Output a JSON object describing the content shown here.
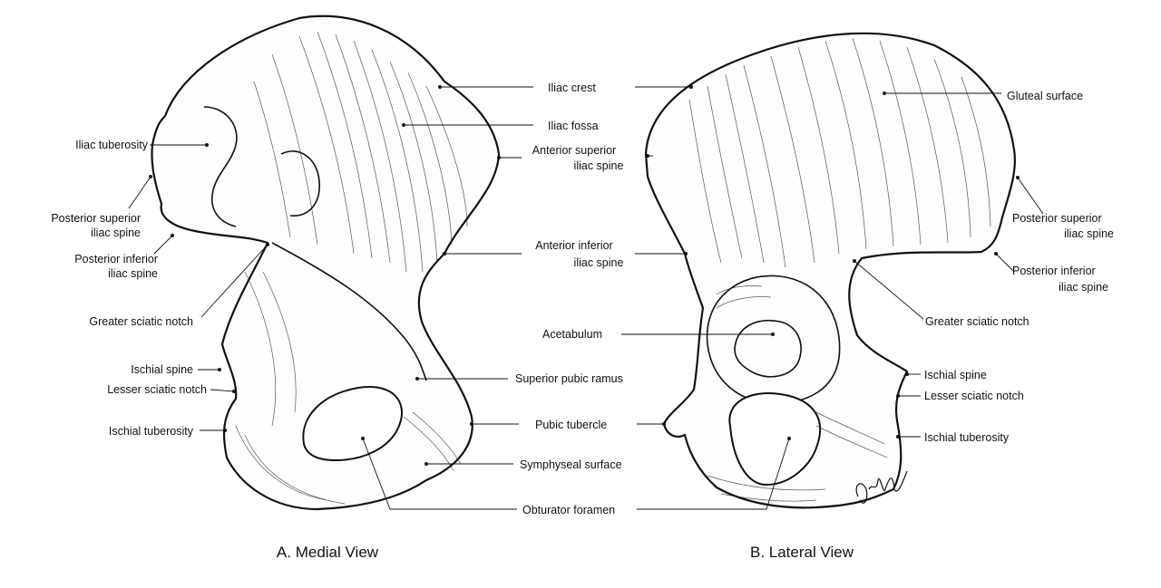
{
  "views": [
    {
      "caption": "A. Medial View",
      "labels": [
        {
          "id": "iliac-crest",
          "text": [
            "Iliac crest"
          ]
        },
        {
          "id": "iliac-fossa",
          "text": [
            "Iliac fossa"
          ]
        },
        {
          "id": "iliac-tuberosity",
          "text": [
            "Iliac tuberosity"
          ]
        },
        {
          "id": "asis",
          "text": [
            "Anterior superior",
            "iliac spine"
          ]
        },
        {
          "id": "psis",
          "text": [
            "Posterior superior",
            "iliac spine"
          ]
        },
        {
          "id": "piis",
          "text": [
            "Posterior inferior",
            "iliac spine"
          ]
        },
        {
          "id": "aiis",
          "text": [
            "Anterior inferior",
            "iliac spine"
          ]
        },
        {
          "id": "greater-sciatic-notch",
          "text": [
            "Greater sciatic notch"
          ]
        },
        {
          "id": "ischial-spine",
          "text": [
            "Ischial spine"
          ]
        },
        {
          "id": "lesser-sciatic-notch",
          "text": [
            "Lesser sciatic notch"
          ]
        },
        {
          "id": "superior-pubic-ramus",
          "text": [
            "Superior pubic ramus"
          ]
        },
        {
          "id": "ischial-tuberosity",
          "text": [
            "Ischial tuberosity"
          ]
        },
        {
          "id": "pubic-tubercle",
          "text": [
            "Pubic tubercle"
          ]
        },
        {
          "id": "symphyseal-surface",
          "text": [
            "Symphyseal surface"
          ]
        },
        {
          "id": "obturator-foramen",
          "text": [
            "Obturator foramen"
          ]
        }
      ]
    },
    {
      "caption": "B. Lateral View",
      "labels": [
        {
          "id": "gluteal-surface",
          "text": [
            "Gluteal surface"
          ]
        },
        {
          "id": "psis",
          "text": [
            "Posterior superior",
            "iliac spine"
          ]
        },
        {
          "id": "piis",
          "text": [
            "Posterior inferior",
            "iliac spine"
          ]
        },
        {
          "id": "greater-sciatic-notch",
          "text": [
            "Greater sciatic notch"
          ]
        },
        {
          "id": "acetabulum",
          "text": [
            "Acetabulum"
          ]
        },
        {
          "id": "ischial-spine",
          "text": [
            "Ischial spine"
          ]
        },
        {
          "id": "lesser-sciatic-notch",
          "text": [
            "Lesser sciatic notch"
          ]
        },
        {
          "id": "ischial-tuberosity",
          "text": [
            "Ischial tuberosity"
          ]
        }
      ]
    }
  ],
  "signature": "Gilroy"
}
